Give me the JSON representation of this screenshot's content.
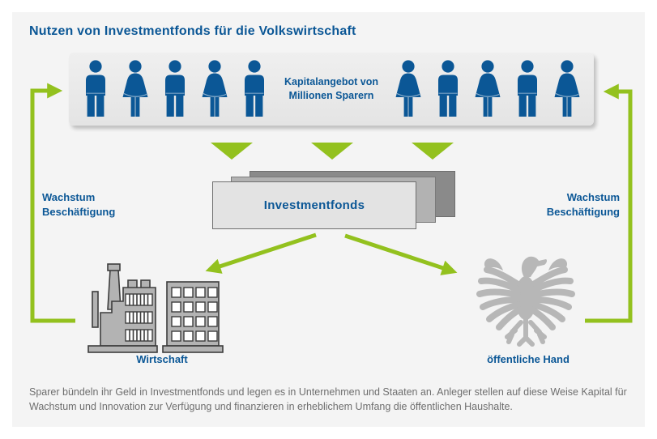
{
  "title": "Nutzen von Investmentfonds für die Volkswirtschaft",
  "band": {
    "label_line1": "Kapitalangebot von",
    "label_line2": "Millionen Sparern",
    "left_people": [
      "man",
      "woman",
      "man",
      "woman",
      "man"
    ],
    "right_people": [
      "woman",
      "man",
      "woman",
      "man",
      "woman"
    ]
  },
  "funds": {
    "label": "Investmentfonds"
  },
  "left_cycle": {
    "line1": "Wachstum",
    "line2": "Beschäftigung"
  },
  "right_cycle": {
    "line1": "Wachstum",
    "line2": "Beschäftigung"
  },
  "economy": {
    "label": "Wirtschaft",
    "icon": "factory-buildings-icon"
  },
  "public_sector": {
    "label": "öffentliche Hand",
    "icon": "federal-eagle-icon"
  },
  "footer": {
    "text": "Sparer bündeln ihr Geld in Investmentfonds und legen es in Unternehmen und Staaten an. Anleger stellen auf diese Weise Kapital für Wachstum und Innovation zur Verfügung und finanzieren in erheblichem Umfang die öffentlichen Haushalte."
  },
  "colors": {
    "blue": "#0b5796",
    "green": "#93c11e",
    "panel_gray": "#f4f4f4",
    "band_gray": "#e9e9e9",
    "card_front": "#e3e3e3",
    "card_middle": "#b2b2b2",
    "card_back": "#8a8a8a",
    "icon_gray": "#b3b3b3",
    "eagle_gray": "#b7b7b7",
    "text_gray": "#6e6e6e"
  }
}
